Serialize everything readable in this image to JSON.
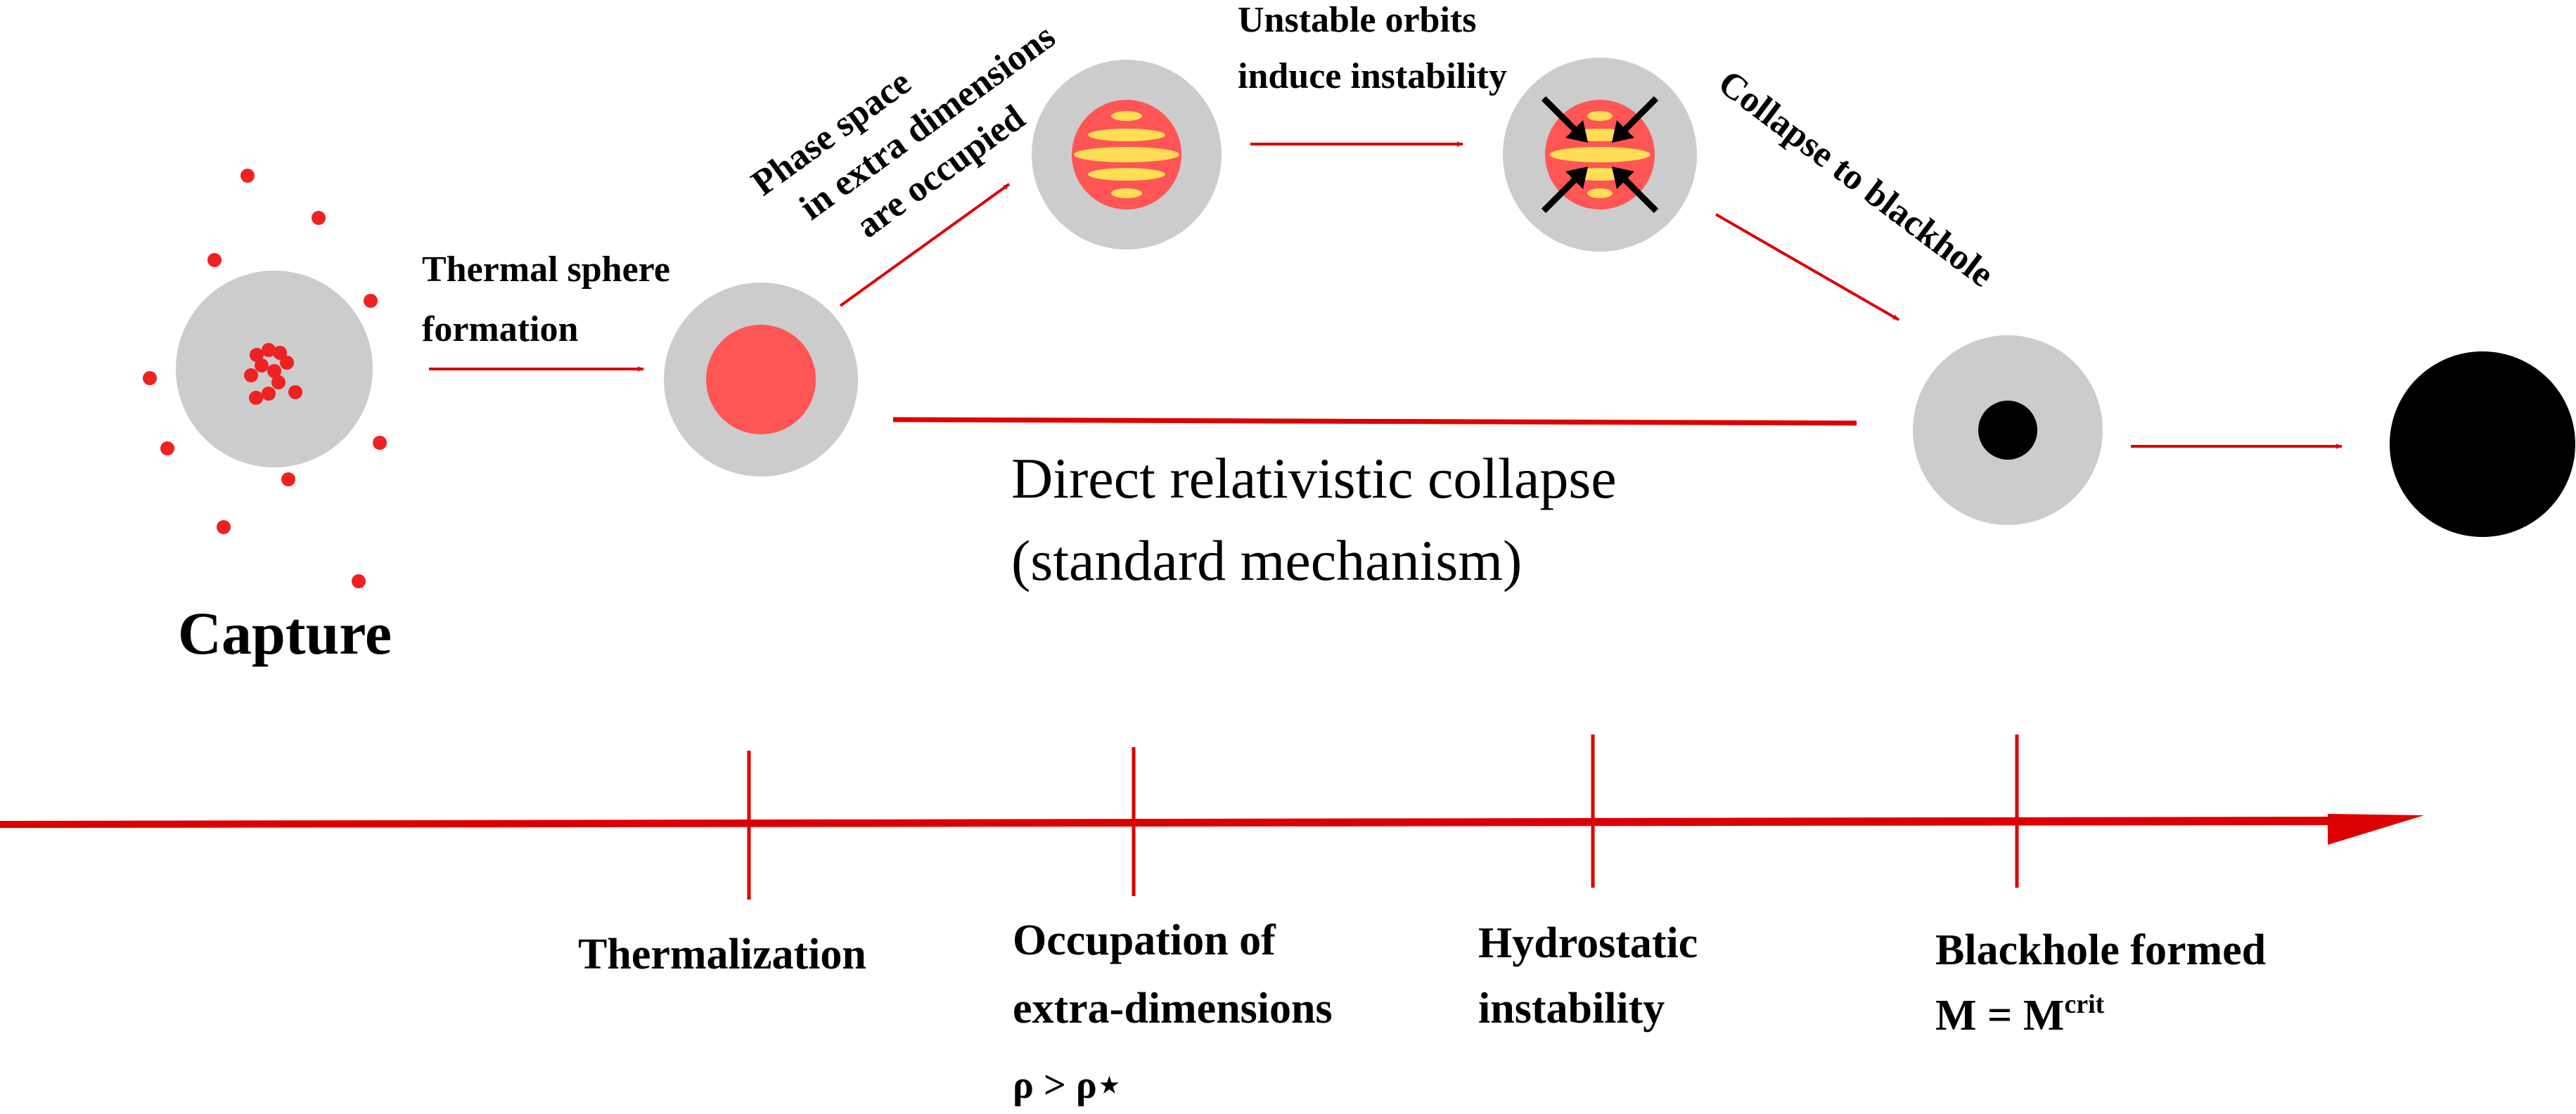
{
  "stages": {
    "capture": "Capture",
    "arrow1_line1": "Thermal sphere",
    "arrow1_line2": "formation",
    "phase_line1": "Phase space",
    "phase_line2": "in extra dimensions",
    "phase_line3": "are occupied",
    "unstable_line1": "Unstable orbits",
    "unstable_line2": "induce instability",
    "collapse": "Collapse to blackhole",
    "direct_line1": "Direct relativistic collapse",
    "direct_line2": "(standard mechanism)"
  },
  "timeline": {
    "thermalization": "Thermalization",
    "occupation_line1": "Occupation of",
    "occupation_line2": "extra-dimensions",
    "rho_condition": "ρ > ρ⋆",
    "hydro_line1": "Hydrostatic",
    "hydro_line2": "instability",
    "bh_line1": "Blackhole formed",
    "bh_mass": "M = M",
    "bh_mass_sup": "crit"
  },
  "colors": {
    "arrow": "#dd0000",
    "halo": "#cccccc",
    "core": "#ff5555",
    "orbit": "#ffdd55",
    "particle": "#ee2222",
    "black": "#000000"
  }
}
